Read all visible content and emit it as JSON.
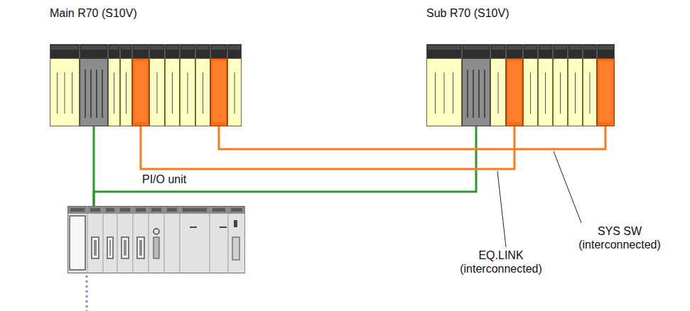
{
  "diagram": {
    "nodes": [
      {
        "text": [
          "Main R70 (S10V)"
        ]
      },
      {
        "text": [
          "Sub R70 (S10V)"
        ]
      },
      {
        "text": [
          "PI/O unit"
        ]
      }
    ],
    "edges": [
      {
        "from": 0,
        "to": 2,
        "arrow": "none"
      },
      {
        "from": 1,
        "to": 2,
        "arrow": "none"
      },
      {
        "from": 0,
        "to": 1,
        "arrow": "none"
      },
      {
        "from": 0,
        "to": 1,
        "arrow": "none"
      }
    ],
    "labels": [
      "EQ.LINK (interconnected)",
      "SYS SW (interconnected)"
    ]
  }
}
